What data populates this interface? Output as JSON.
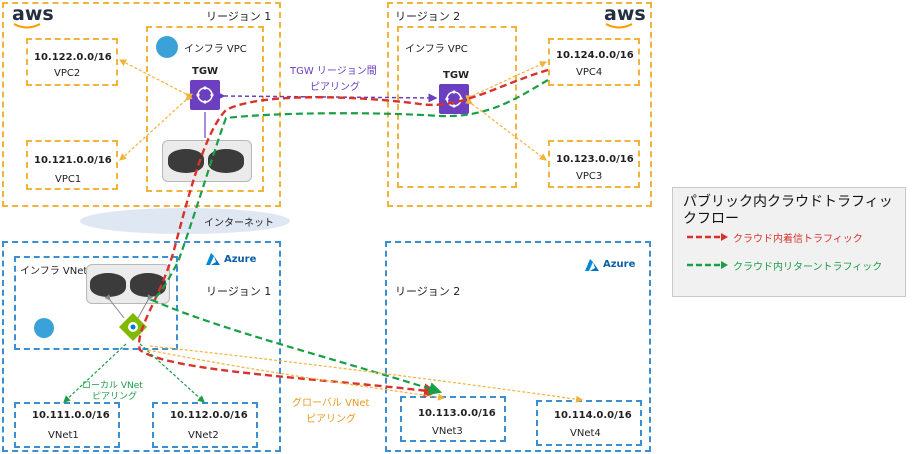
{
  "aws": {
    "logo": "aws",
    "region1": {
      "label": "リージョン 1",
      "infra_vpc_label": "インフラ VPC",
      "tgw_label": "TGW",
      "vpcs": [
        {
          "cidr": "10.122.0.0/16",
          "name": "VPC2"
        },
        {
          "cidr": "10.121.0.0/16",
          "name": "VPC1"
        }
      ]
    },
    "region2": {
      "label": "リージョン 2",
      "infra_vpc_label": "インフラ VPC",
      "tgw_label": "TGW",
      "vpcs": [
        {
          "cidr": "10.124.0.0/16",
          "name": "VPC4"
        },
        {
          "cidr": "10.123.0.0/16",
          "name": "VPC3"
        }
      ]
    },
    "tgw_peering_line1": "TGW リージョン間",
    "tgw_peering_line2": "ピアリング"
  },
  "internet_label": "インターネット",
  "azure": {
    "logo_text": "Azure",
    "region1": {
      "label": "リージョン 1",
      "infra_vnet_label": "インフラ VNet",
      "local_peering_line1": "ローカル VNet",
      "local_peering_line2": "ピアリング",
      "vnets": [
        {
          "cidr": "10.111.0.0/16",
          "name": "VNet1"
        },
        {
          "cidr": "10.112.0.0/16",
          "name": "VNet2"
        }
      ]
    },
    "region2": {
      "label": "リージョン 2",
      "vnets": [
        {
          "cidr": "10.113.0.0/16",
          "name": "VNet3"
        },
        {
          "cidr": "10.114.0.0/16",
          "name": "VNet4"
        }
      ]
    },
    "global_peering_line1": "グローバル VNet",
    "global_peering_line2": "ピアリング"
  },
  "legend": {
    "title": "パブリック内クラウドトラフィックフロー",
    "inbound": "クラウド内着信トラフィック",
    "return": "クラウド内リターントラフィック"
  },
  "colors": {
    "aws_orange": "#f2b33d",
    "azure_blue": "#3b8fd0",
    "tgw_purple": "#6b3fc0",
    "inbound_red": "#d9312b",
    "return_green": "#1a9e46"
  }
}
